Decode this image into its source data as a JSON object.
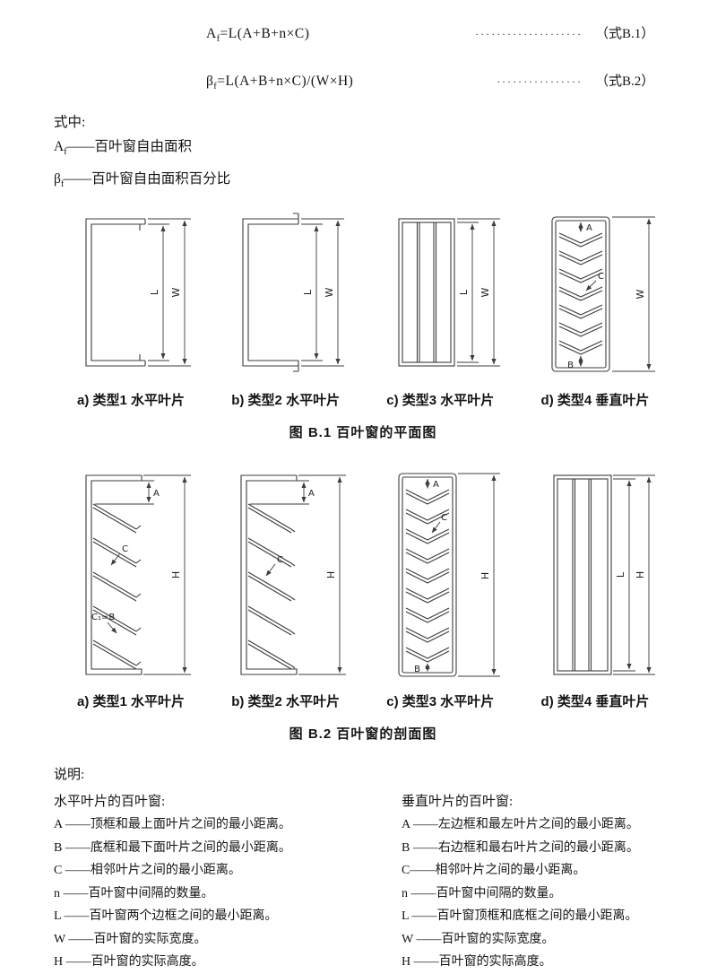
{
  "formulas": {
    "f1": {
      "lhs": "A",
      "sub": "f",
      "rhs": "=L(A+B+n×C)",
      "dots": "····················",
      "ref": "（式B.1）"
    },
    "f2": {
      "lhs": "β",
      "sub": "f",
      "rhs": "=L(A+B+n×C)/(W×H)",
      "dots": "················",
      "ref": "（式B.2）"
    }
  },
  "where": {
    "label": "式中:",
    "defs": [
      {
        "lhs": "A",
        "sub": "f",
        "text": "——百叶窗自由面积"
      },
      {
        "lhs": "β",
        "sub": "f",
        "text": "——百叶窗自由面积百分比"
      }
    ]
  },
  "figure_b1": {
    "caption": "图 B.1 百叶窗的平面图",
    "labels": [
      "a) 类型1 水平叶片",
      "b) 类型2 水平叶片",
      "c) 类型3 水平叶片",
      "d) 类型4 垂直叶片"
    ]
  },
  "figure_b2": {
    "caption": "图 B.2 百叶窗的剖面图",
    "labels": [
      "a) 类型1 水平叶片",
      "b) 类型2 水平叶片",
      "c) 类型3 水平叶片",
      "d) 类型4 垂直叶片"
    ]
  },
  "dims": {
    "L": "L",
    "W": "W",
    "H": "H",
    "A": "A",
    "B": "B",
    "C": "C",
    "C1B": "C₁=B"
  },
  "notes": {
    "title": "说明:",
    "columns": [
      {
        "heading": "水平叶片的百叶窗:",
        "items": [
          "A ——顶框和最上面叶片之间的最小距离。",
          "B ——底框和最下面叶片之间的最小距离。",
          "C ——相邻叶片之间的最小距离。",
          "n ——百叶窗中间隔的数量。",
          "L ——百叶窗两个边框之间的最小距离。",
          "W ——百叶窗的实际宽度。",
          "H ——百叶窗的实际高度。"
        ]
      },
      {
        "heading": "垂直叶片的百叶窗:",
        "items": [
          "A ——左边框和最左叶片之间的最小距离。",
          "B ——右边框和最右叶片之间的最小距离。",
          "C——相邻叶片之间的最小距离。",
          "n ——百叶窗中间隔的数量。",
          "L ——百叶窗顶框和底框之间的最小距离。",
          "W ——百叶窗的实际宽度。",
          "H ——百叶窗的实际高度。"
        ]
      }
    ]
  }
}
